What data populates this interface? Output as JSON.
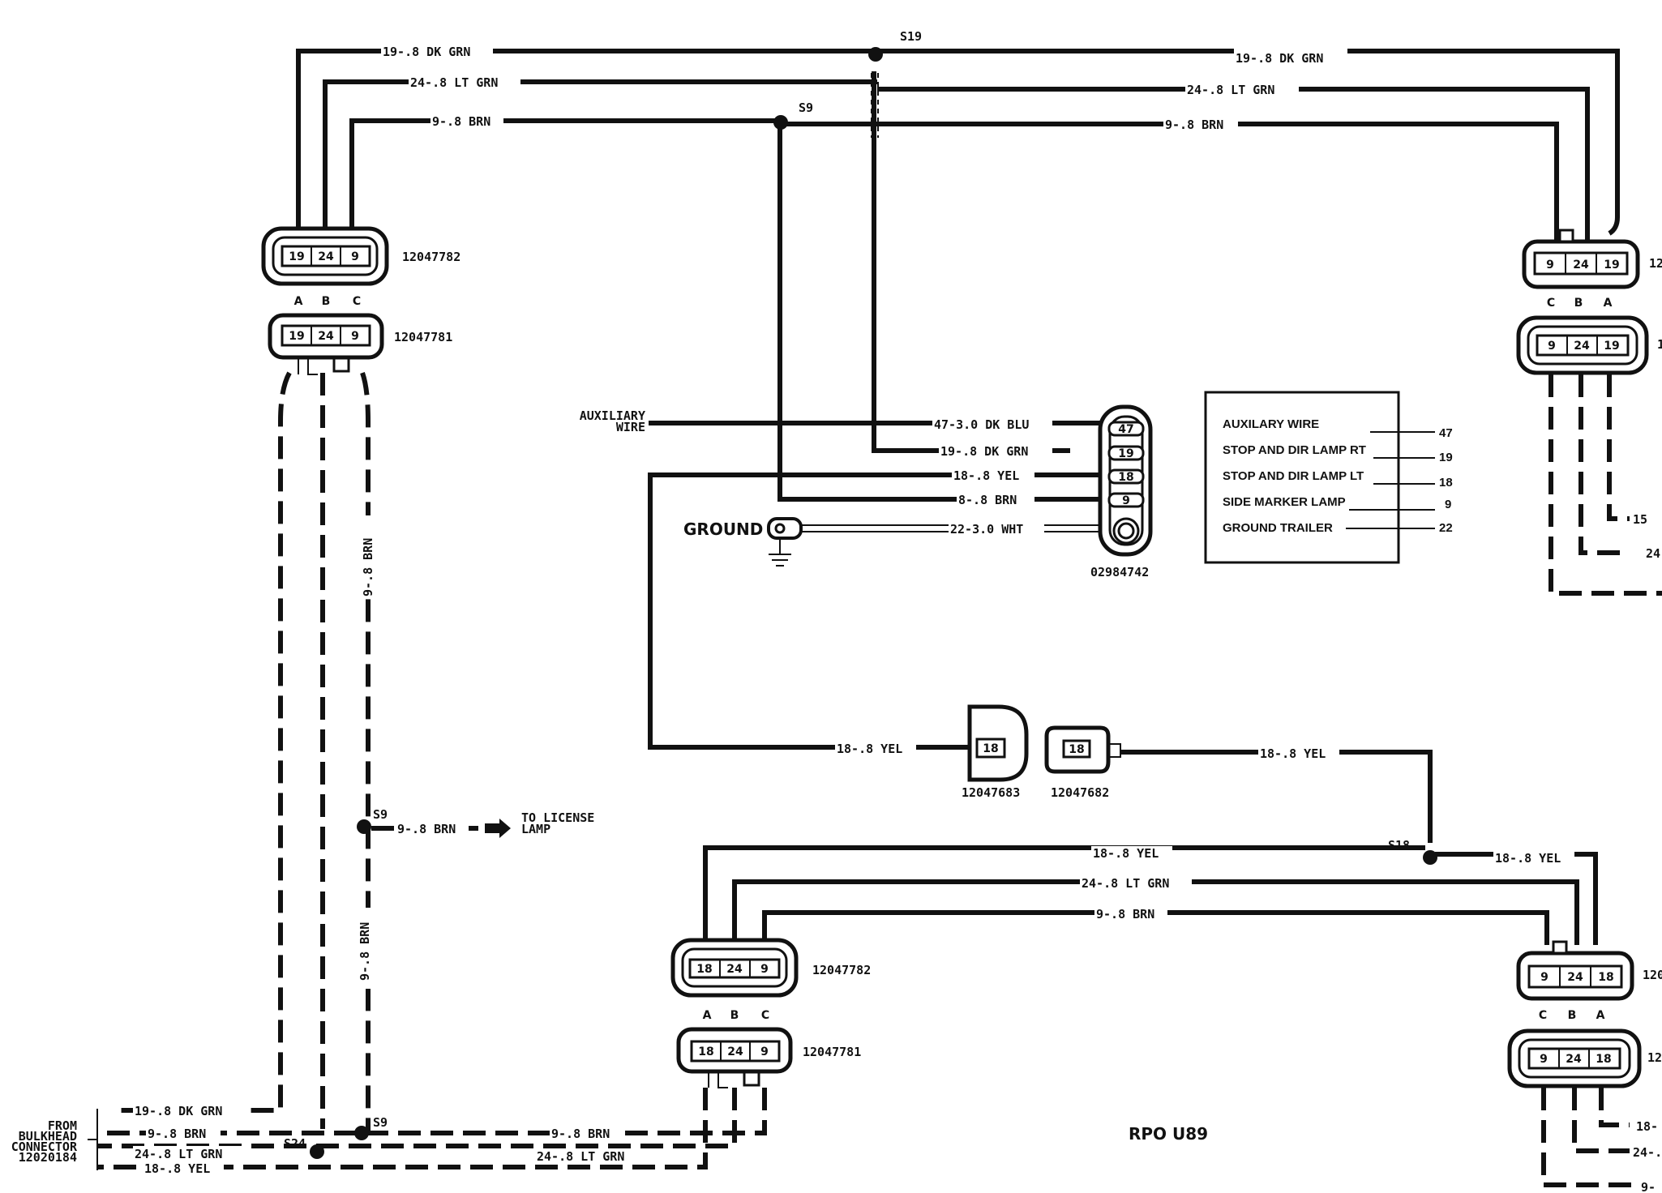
{
  "splices": [
    "S19",
    "S9",
    "S9",
    "S9",
    "S18",
    "S24"
  ],
  "wires": {
    "top_19_left": "19-.8 DK GRN",
    "top_24_left": "24-.8 LT GRN",
    "top_9_left": "9-.8 BRN",
    "top_19_right": "19-.8 DK GRN",
    "top_24_right": "24-.8 LT GRN",
    "top_9_right": "9-.8 BRN",
    "aux_47": "47-3.0 DK BLU",
    "aux_19": "19-.8 DK GRN",
    "aux_18": "18-.8 YEL",
    "aux_9": "8-.8 BRN",
    "aux_22": "22-3.0 WHT",
    "vert_9_upper": "9-.8 BRN",
    "vert_9_lower": "9-.8 BRN",
    "license_9": "9-.8 BRN",
    "mid_18_left": "18-.8 YEL",
    "mid_18_right": "18-.8 YEL",
    "bot_18_left": "18-.8 YEL",
    "bot_18_right": "18-.8 YEL",
    "bot_24": "24-.8 LT GRN",
    "bot_9": "9-.8 BRN",
    "bh_19": "19-.8 DK GRN",
    "bh_9": "9-.8 BRN",
    "bh_24": "24-.8 LT GRN",
    "bh_18": "18-.8 YEL",
    "bh_s9_9": "9-.8 BRN",
    "bh_s24_24": "24-.8 LT GRN",
    "right_edge_1": "15",
    "right_edge_2": "24",
    "right_edge_3": "18-",
    "right_edge_4": "24-.",
    "right_edge_5": "9-"
  },
  "connectors": {
    "top_left_female": {
      "part": "12047782",
      "pins": [
        "19",
        "24",
        "9"
      ]
    },
    "top_left_male": {
      "part": "12047781",
      "pins": [
        "19",
        "24",
        "9"
      ]
    },
    "top_left_letters": [
      "A",
      "B",
      "C"
    ],
    "top_right_female": {
      "part": "12",
      "pins": [
        "9",
        "24",
        "19"
      ]
    },
    "top_right_male": {
      "part": "1",
      "pins": [
        "9",
        "24",
        "19"
      ]
    },
    "top_right_letters": [
      "C",
      "B",
      "A"
    ],
    "bottom_left_female": {
      "part": "12047782",
      "pins": [
        "18",
        "24",
        "9"
      ]
    },
    "bottom_left_male": {
      "part": "12047781",
      "pins": [
        "18",
        "24",
        "9"
      ]
    },
    "bottom_left_letters": [
      "A",
      "B",
      "C"
    ],
    "bottom_right_female": {
      "part": "120",
      "pins": [
        "9",
        "24",
        "18"
      ]
    },
    "bottom_right_male": {
      "part": "12",
      "pins": [
        "9",
        "24",
        "18"
      ]
    },
    "bottom_right_letters": [
      "C",
      "B",
      "A"
    ],
    "inline_left": {
      "part": "12047683",
      "pin": "18"
    },
    "inline_right": {
      "part": "12047682",
      "pin": "18"
    },
    "trailer": {
      "part": "02984742",
      "pins": [
        "47",
        "19",
        "18",
        "9"
      ]
    }
  },
  "labels": {
    "auxiliary_wire_1": "AUXILIARY",
    "auxiliary_wire_2": "WIRE",
    "ground": "GROUND",
    "to_license_1": "TO LICENSE",
    "to_license_2": "LAMP",
    "from_bulkhead_1": "FROM",
    "from_bulkhead_2": "BULKHEAD",
    "from_bulkhead_3": "CONNECTOR",
    "from_bulkhead_4": "12020184",
    "rpo": "RPO U89"
  },
  "legend": [
    {
      "name": "AUXILARY WIRE",
      "num": "47"
    },
    {
      "name": "STOP AND DIR LAMP RT",
      "num": "19"
    },
    {
      "name": "STOP AND DIR LAMP LT",
      "num": "18"
    },
    {
      "name": "SIDE MARKER LAMP",
      "num": "9"
    },
    {
      "name": "GROUND TRAILER",
      "num": "22"
    }
  ]
}
